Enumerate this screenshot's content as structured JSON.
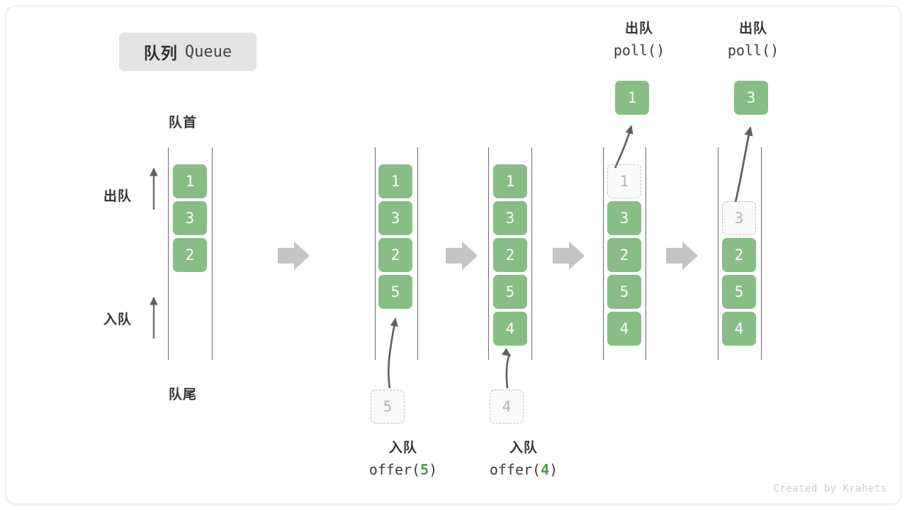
{
  "figure": {
    "title_cn": "队列",
    "title_en": "Queue",
    "front_label": "队首",
    "rear_label": "队尾",
    "dequeue_label": "出队",
    "enqueue_label": "入队",
    "footer": "Created by Krahets",
    "colors": {
      "cell_fill": "#88bd86",
      "cell_text": "#ffffff",
      "ghost_fill": "#fafafa",
      "ghost_border": "#bfbfbf",
      "ghost_text": "#b4b4b4",
      "rail": "#6a6a6a",
      "step_arrow": "#c4c4c4",
      "badge_bg": "#e4e4e4",
      "accent_green": "#4a9c4a"
    }
  },
  "stages": [
    {
      "id": "initial",
      "cells": [
        "1",
        "3",
        "2"
      ],
      "ghost_index": null,
      "caption_cn": "",
      "caption_code": "",
      "caption_arg": "",
      "incoming": null,
      "outgoing": null
    },
    {
      "id": "offer-5",
      "cells": [
        "1",
        "3",
        "2",
        "5"
      ],
      "ghost_index": null,
      "caption_cn": "入队",
      "caption_code_prefix": "offer(",
      "caption_arg": "5",
      "caption_code_suffix": ")",
      "incoming": "5",
      "outgoing": null
    },
    {
      "id": "offer-4",
      "cells": [
        "1",
        "3",
        "2",
        "5",
        "4"
      ],
      "ghost_index": null,
      "caption_cn": "入队",
      "caption_code_prefix": "offer(",
      "caption_arg": "4",
      "caption_code_suffix": ")",
      "incoming": "4",
      "outgoing": null
    },
    {
      "id": "poll-1",
      "cells": [
        "1",
        "3",
        "2",
        "5",
        "4"
      ],
      "ghost_index": 0,
      "caption_cn": "出队",
      "caption_code_prefix": "poll(",
      "caption_arg": "",
      "caption_code_suffix": ")",
      "incoming": null,
      "outgoing": "1"
    },
    {
      "id": "poll-3",
      "cells": [
        "3",
        "2",
        "5",
        "4"
      ],
      "ghost_index": 0,
      "caption_cn": "出队",
      "caption_code_prefix": "poll(",
      "caption_arg": "",
      "caption_code_suffix": ")",
      "incoming": null,
      "outgoing": "3"
    }
  ],
  "cell_values": {
    "s1_c1": "1",
    "s1_c2": "3",
    "s1_c3": "2",
    "s2_c1": "1",
    "s2_c2": "3",
    "s2_c3": "2",
    "s2_c4": "5",
    "s2_in": "5",
    "s3_c1": "1",
    "s3_c2": "3",
    "s3_c3": "2",
    "s3_c4": "5",
    "s3_c5": "4",
    "s3_in": "4",
    "s4_c1": "1",
    "s4_c2": "3",
    "s4_c3": "2",
    "s4_c4": "5",
    "s4_c5": "4",
    "s4_out": "1",
    "s5_c2": "3",
    "s5_c3": "2",
    "s5_c4": "5",
    "s5_c5": "4",
    "s5_out": "3"
  },
  "captions": {
    "offer5_cn": "入队",
    "offer5_code_a": "offer(",
    "offer5_arg": "5",
    "offer5_code_b": ")",
    "offer4_cn": "入队",
    "offer4_code_a": "offer(",
    "offer4_arg": "4",
    "offer4_code_b": ")",
    "poll1_cn": "出队",
    "poll1_code": "poll()",
    "poll3_cn": "出队",
    "poll3_code": "poll()"
  }
}
